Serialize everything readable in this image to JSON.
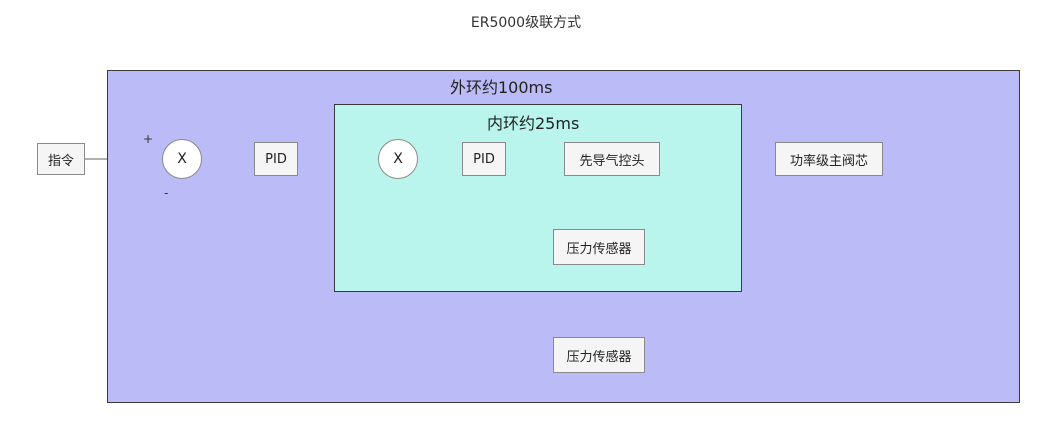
{
  "title": "ER5000级联方式",
  "outer_loop": {
    "label": "外环约100ms",
    "fill": "#babbf7"
  },
  "inner_loop": {
    "label": "内环约25ms",
    "fill": "#b9f5ec"
  },
  "nodes": {
    "command": "指令",
    "sum_outer": "X",
    "pid_outer": "PID",
    "sum_inner": "X",
    "pid_inner": "PID",
    "pilot_head": "先导气控头",
    "main_valve": "功率级主阀芯",
    "sensor_inner": "压力传感器",
    "sensor_outer": "压力传感器"
  },
  "signs": {
    "plus": "+",
    "minus": "-"
  }
}
